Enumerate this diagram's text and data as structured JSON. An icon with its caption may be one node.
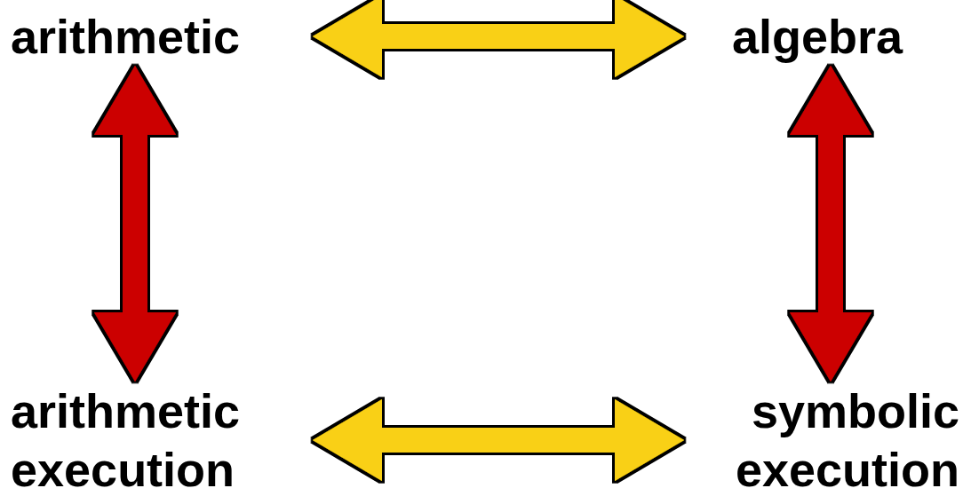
{
  "diagram": {
    "nodes": [
      {
        "text": [
          "arithmetic"
        ]
      },
      {
        "text": [
          "algebra"
        ]
      },
      {
        "text": [
          "arithmetic execution"
        ]
      },
      {
        "text": [
          "symbolic execution"
        ]
      }
    ],
    "edges": [
      {
        "from": 0,
        "to": 1,
        "arrow": "both",
        "color": "#f9d013"
      },
      {
        "from": 0,
        "to": 2,
        "arrow": "both",
        "color": "#cc0000"
      },
      {
        "from": 1,
        "to": 3,
        "arrow": "both",
        "color": "#cc0000"
      },
      {
        "from": 2,
        "to": 3,
        "arrow": "both",
        "color": "#f9d013"
      }
    ]
  }
}
